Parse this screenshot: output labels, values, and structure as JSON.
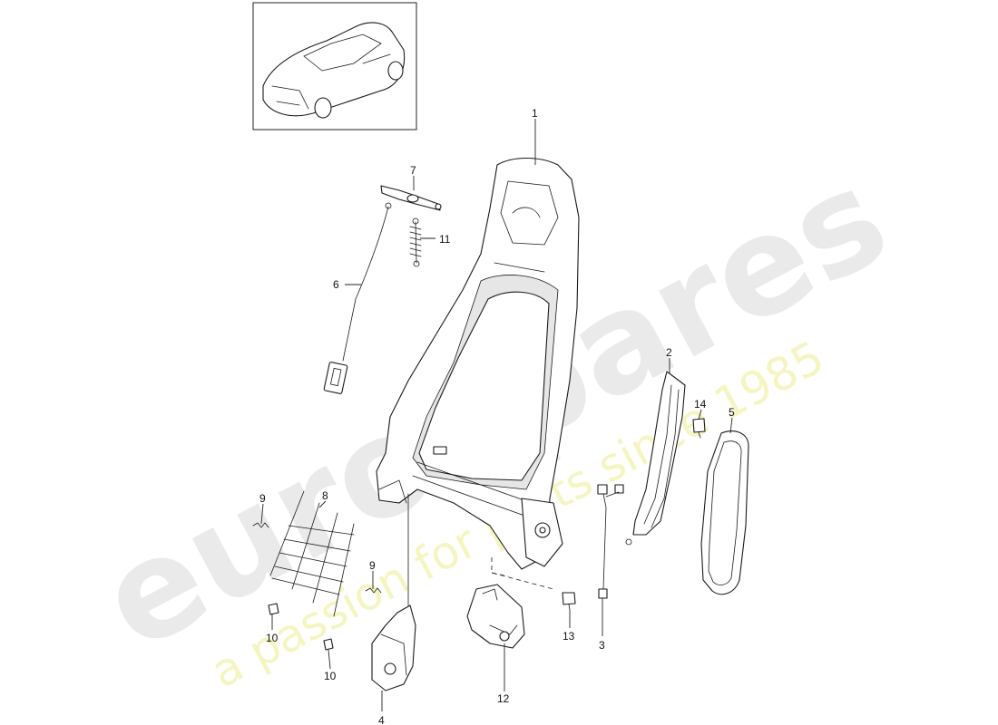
{
  "watermark": {
    "brand": "eurospares",
    "tagline": "a passion for parts since 1985"
  },
  "thumbnail": {
    "icon": "car-icon"
  },
  "callouts": [
    {
      "id": "c1",
      "label": "1"
    },
    {
      "id": "c2",
      "label": "2"
    },
    {
      "id": "c3",
      "label": "3"
    },
    {
      "id": "c4",
      "label": "4"
    },
    {
      "id": "c5",
      "label": "5"
    },
    {
      "id": "c6",
      "label": "6"
    },
    {
      "id": "c7",
      "label": "7"
    },
    {
      "id": "c8",
      "label": "8"
    },
    {
      "id": "c9a",
      "label": "9"
    },
    {
      "id": "c9b",
      "label": "9"
    },
    {
      "id": "c10a",
      "label": "10"
    },
    {
      "id": "c10b",
      "label": "10"
    },
    {
      "id": "c11",
      "label": "11"
    },
    {
      "id": "c12",
      "label": "12"
    },
    {
      "id": "c13",
      "label": "13"
    },
    {
      "id": "c14",
      "label": "14"
    }
  ]
}
